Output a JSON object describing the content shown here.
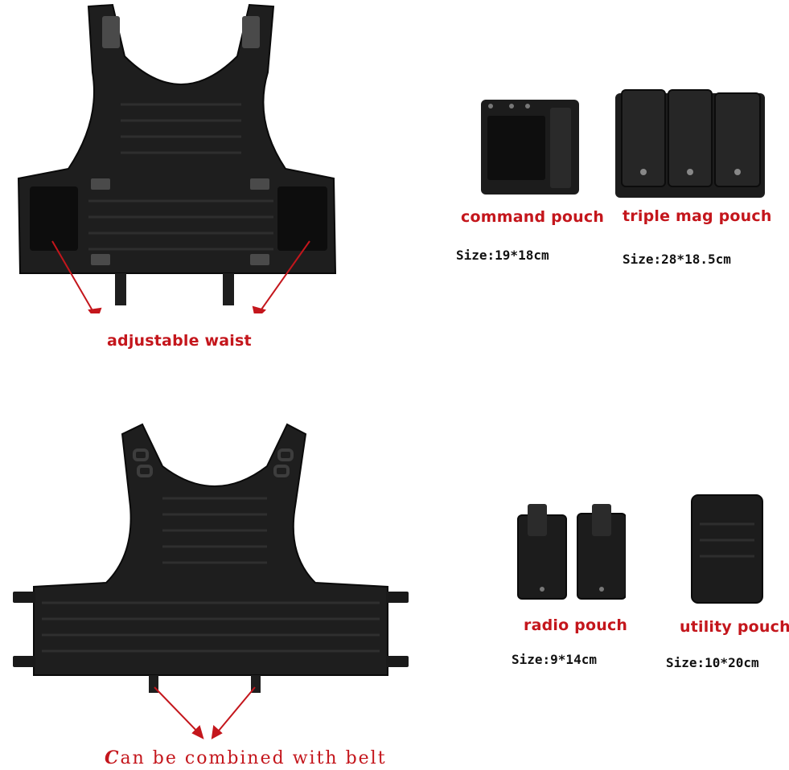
{
  "labels": {
    "adjustable_waist": "adjustable waist",
    "command_pouch": "command pouch",
    "command_size": "Size:19*18cm",
    "triple_mag_pouch": "triple mag pouch",
    "triple_mag_size": "Size:28*18.5cm",
    "radio_pouch": "radio pouch",
    "radio_size": "Size:9*14cm",
    "utility_pouch": "utility pouch",
    "utility_size": "Size:10*20cm",
    "belt_first": "C",
    "belt_rest": "an be combined with belt"
  },
  "colors": {
    "accent_red": "#c4161c",
    "gear_black": "#1c1c1c",
    "background": "#ffffff"
  }
}
